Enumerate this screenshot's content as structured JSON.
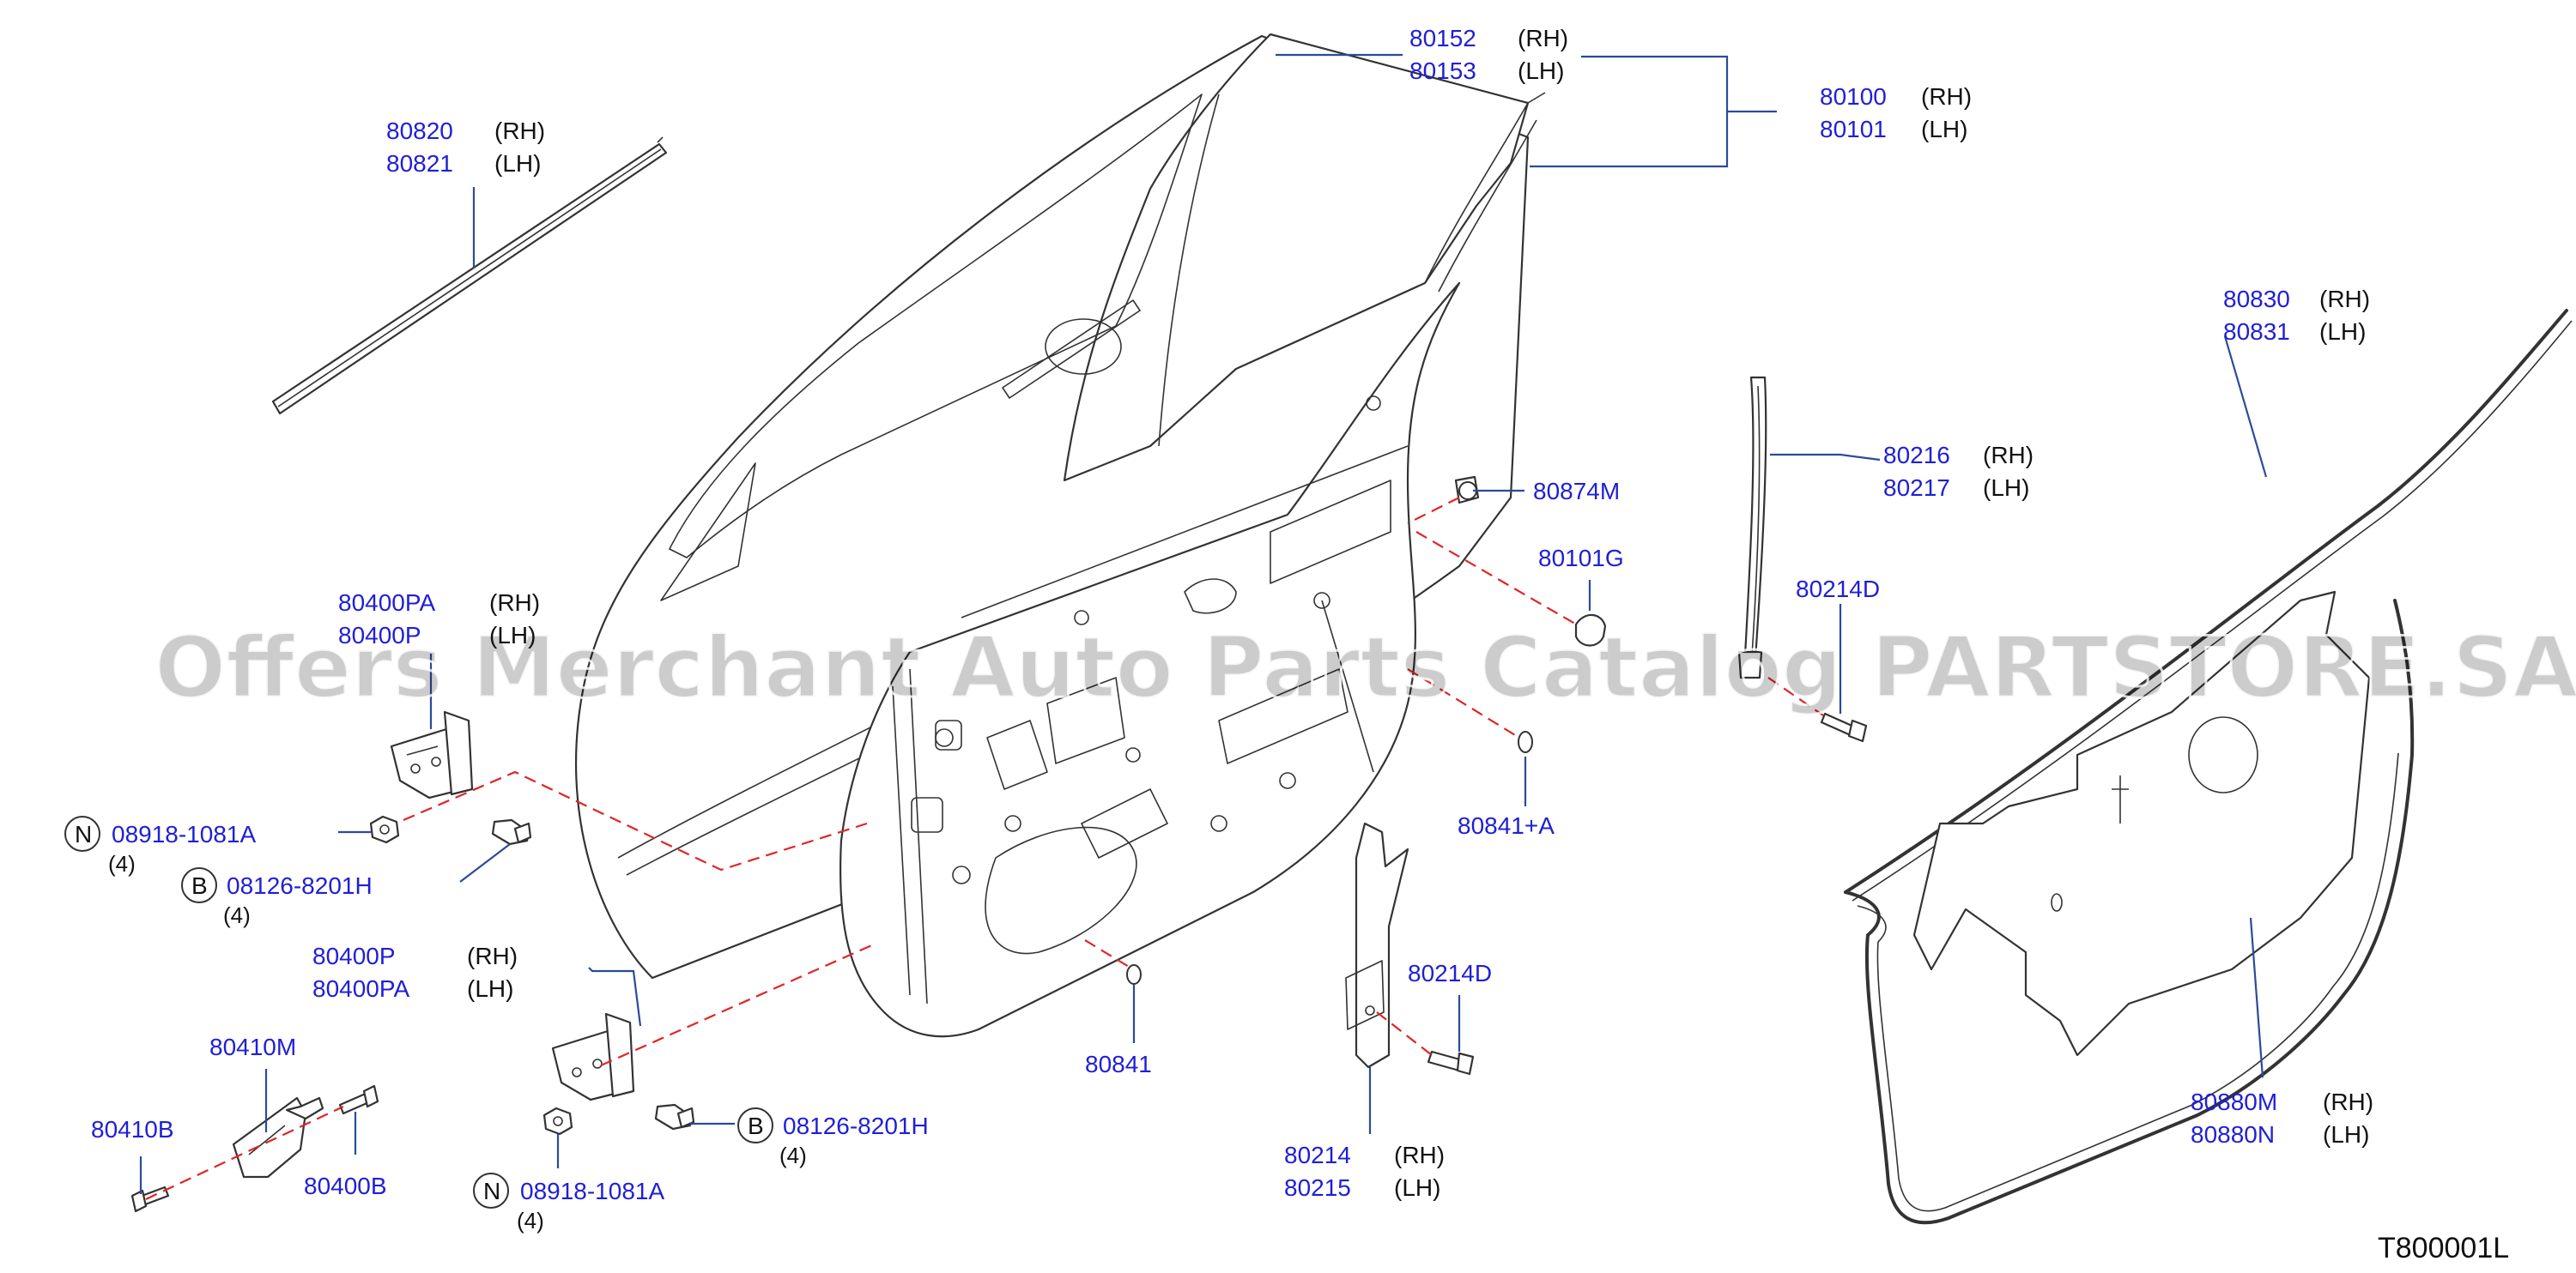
{
  "diagram": {
    "reference": "T800001L",
    "watermark": "Offers Merchant Auto Parts Catalog PARTSTORE.SA",
    "labels": [
      {
        "part": "80820",
        "side": "(RH)"
      },
      {
        "part": "80821",
        "side": "(LH)"
      },
      {
        "part": "80152",
        "side": "(RH)"
      },
      {
        "part": "80153",
        "side": "(LH)"
      },
      {
        "part": "80100",
        "side": "(RH)"
      },
      {
        "part": "80101",
        "side": "(LH)"
      },
      {
        "part": "80830",
        "side": "(RH)"
      },
      {
        "part": "80831",
        "side": "(LH)"
      },
      {
        "part": "80216",
        "side": "(RH)"
      },
      {
        "part": "80217",
        "side": "(LH)"
      },
      {
        "part": "80874M",
        "side": ""
      },
      {
        "part": "80101G",
        "side": ""
      },
      {
        "part": "80214D",
        "side": ""
      },
      {
        "part": "80841+A",
        "side": ""
      },
      {
        "part": "80400PA",
        "side": "(RH)"
      },
      {
        "part": "80400P",
        "side": "(LH)"
      },
      {
        "part": "08918-1081A",
        "side": "",
        "badge": "N",
        "qty": "(4)"
      },
      {
        "part": "08126-8201H",
        "side": "",
        "badge": "B",
        "qty": "(4)"
      },
      {
        "part": "80400P",
        "side": "(RH)"
      },
      {
        "part": "80400PA",
        "side": "(LH)"
      },
      {
        "part": "80410M",
        "side": ""
      },
      {
        "part": "80410B",
        "side": ""
      },
      {
        "part": "80400B",
        "side": ""
      },
      {
        "part": "08126-8201H",
        "side": "",
        "badge": "B",
        "qty": "(4)"
      },
      {
        "part": "08918-1081A",
        "side": "",
        "badge": "N",
        "qty": "(4)"
      },
      {
        "part": "80841",
        "side": ""
      },
      {
        "part": "80214D",
        "side": ""
      },
      {
        "part": "80214",
        "side": "(RH)"
      },
      {
        "part": "80215",
        "side": "(LH)"
      },
      {
        "part": "80880M",
        "side": "(RH)"
      },
      {
        "part": "80880N",
        "side": "(LH)"
      }
    ]
  }
}
